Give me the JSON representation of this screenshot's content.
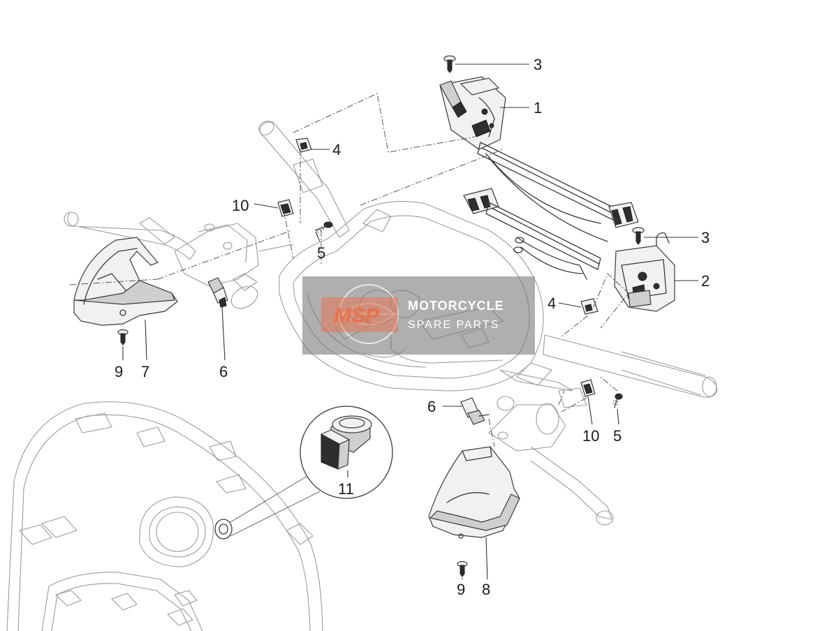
{
  "watermark": {
    "logo": "MSP",
    "line1": "MOTORCYCLE",
    "line2": "SPARE PARTS"
  },
  "callouts": {
    "c1": "1",
    "c2": "2",
    "c3a": "3",
    "c3b": "3",
    "c4a": "4",
    "c4b": "4",
    "c5a": "5",
    "c5b": "5",
    "c6a": "6",
    "c6b": "6",
    "c7": "7",
    "c8": "8",
    "c9a": "9",
    "c9b": "9",
    "c10a": "10",
    "c10b": "10",
    "c11": "11"
  }
}
